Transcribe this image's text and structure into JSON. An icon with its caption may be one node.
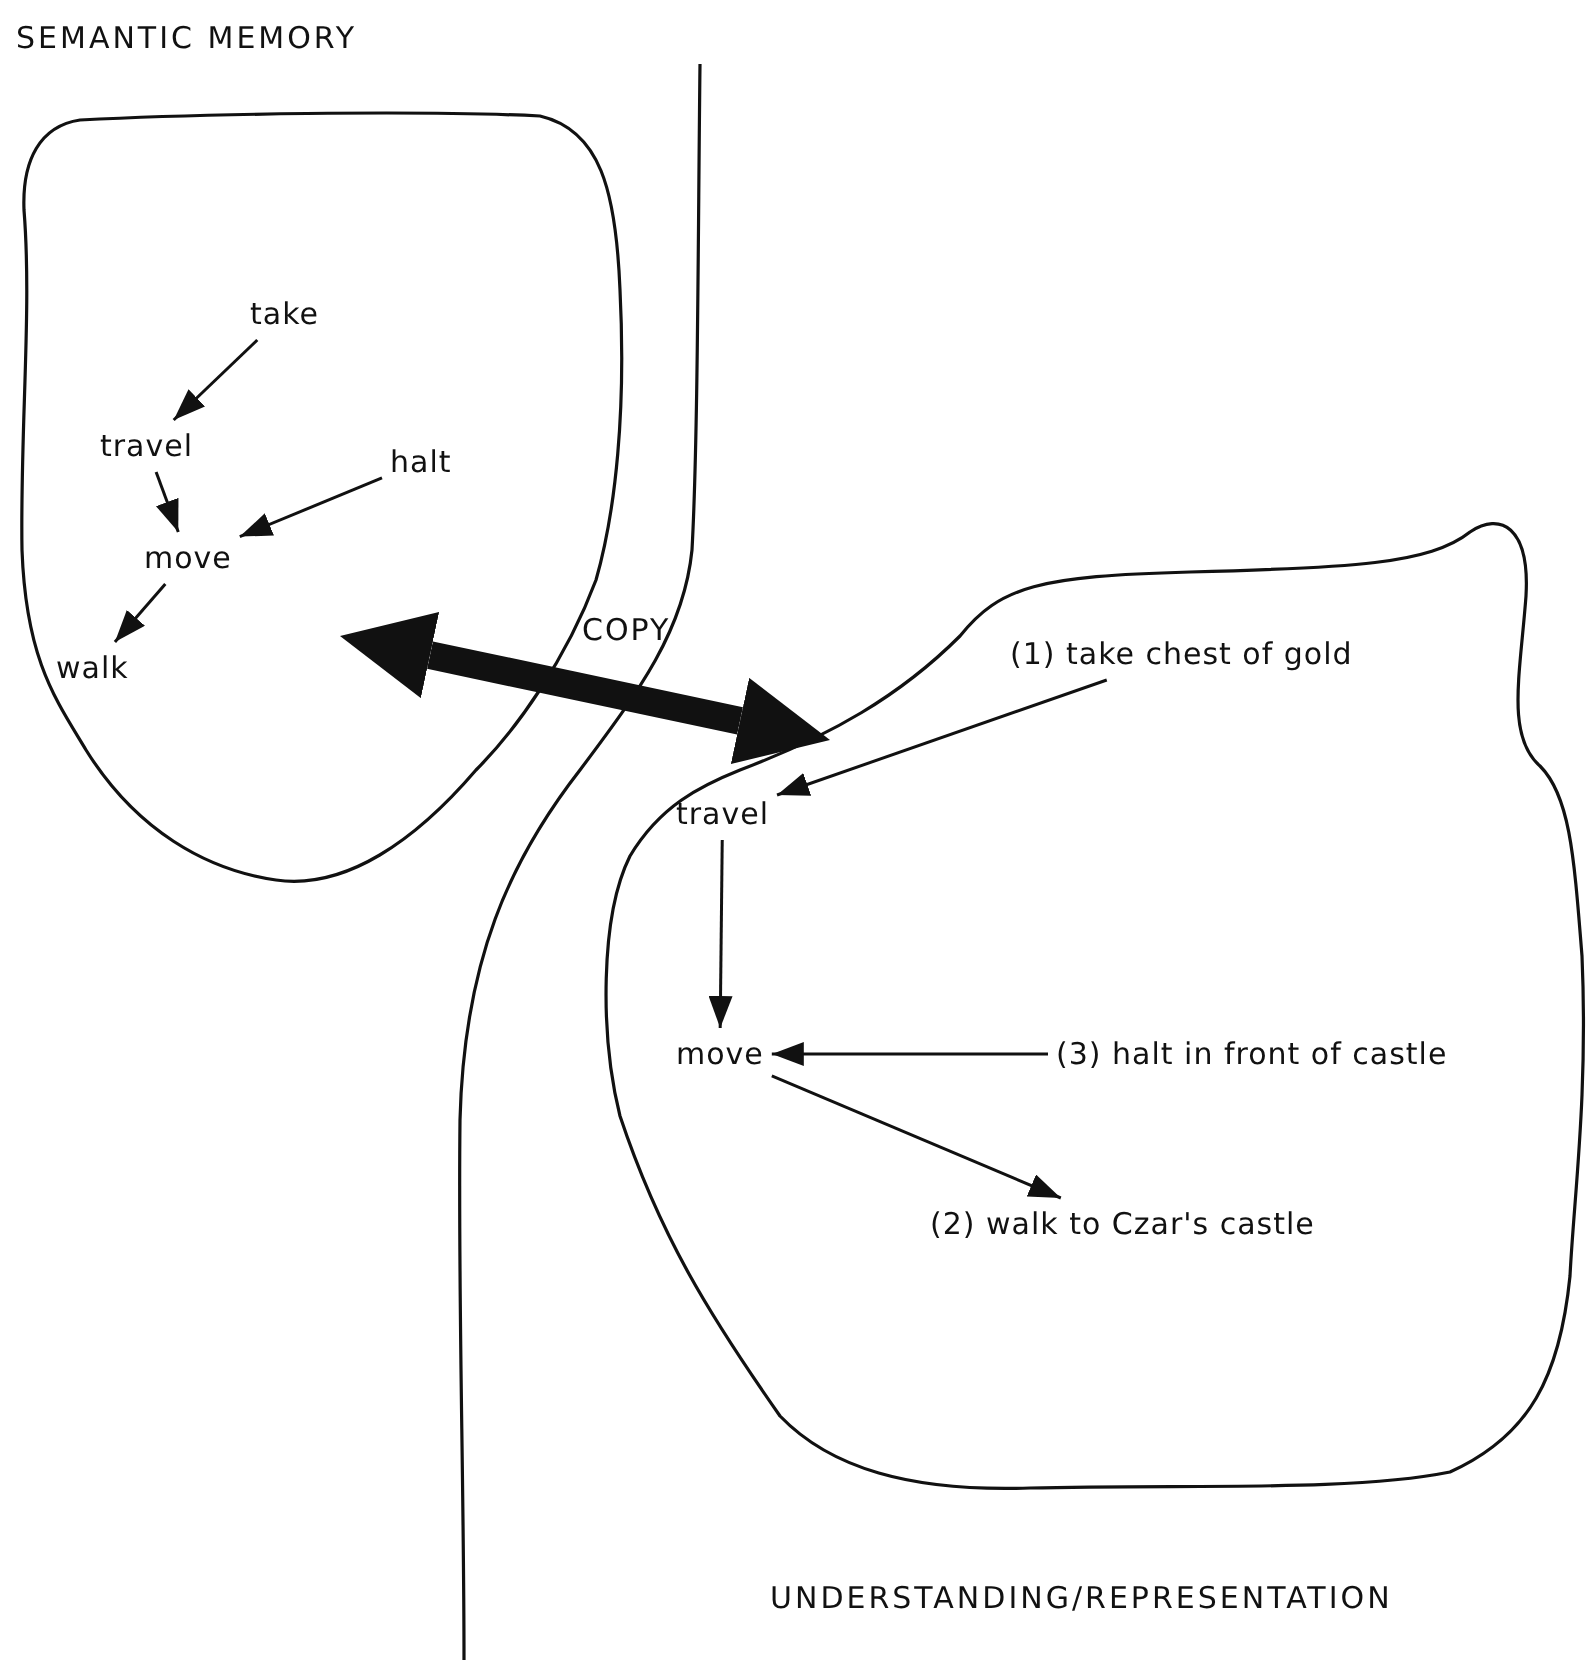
{
  "diagram": {
    "nodes": [
      {
        "text": [],
        "shape": "cloud"
      },
      {
        "text": [
          "take"
        ],
        "in": 0
      },
      {
        "text": [
          "travel"
        ],
        "in": 0
      },
      {
        "text": [
          "halt"
        ],
        "in": 0
      },
      {
        "text": [
          "move"
        ],
        "in": 0
      },
      {
        "text": [
          "walk"
        ],
        "in": 0
      },
      {
        "text": [],
        "shape": "cloud"
      },
      {
        "text": [
          "(1) take chest of gold"
        ],
        "in": 6
      },
      {
        "text": [
          "travel"
        ],
        "in": 6
      },
      {
        "text": [
          "move"
        ],
        "in": 6
      },
      {
        "text": [
          "(3) halt in front of castle"
        ],
        "in": 6
      },
      {
        "text": [
          "(2) walk to Czar's castle"
        ],
        "in": 6
      }
    ],
    "edges": [
      {
        "from": 1,
        "to": 2,
        "arrow": "to"
      },
      {
        "from": 2,
        "to": 4,
        "arrow": "to"
      },
      {
        "from": 3,
        "to": 4,
        "arrow": "to"
      },
      {
        "from": 4,
        "to": 5,
        "arrow": "to"
      },
      {
        "from": 0,
        "to": 6,
        "arrow": "both",
        "label": "COPY",
        "style": "thick"
      },
      {
        "from": 7,
        "to": 8,
        "arrow": "to"
      },
      {
        "from": 8,
        "to": 9,
        "arrow": "to"
      },
      {
        "from": 10,
        "to": 9,
        "arrow": "to"
      },
      {
        "from": 9,
        "to": 11,
        "arrow": "to"
      }
    ],
    "labels": [
      "SEMANTIC MEMORY",
      "UNDERSTANDING/REPRESENTATION"
    ]
  }
}
